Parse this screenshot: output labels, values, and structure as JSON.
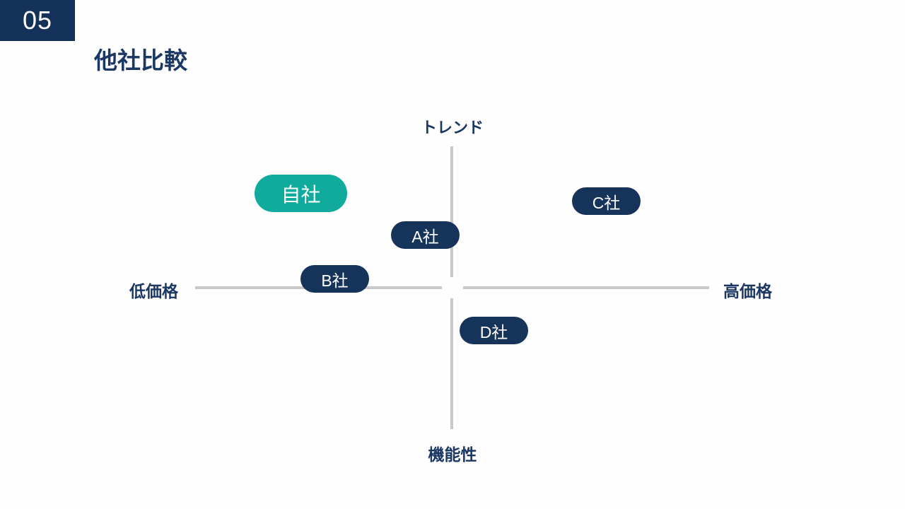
{
  "header": {
    "badge": "05",
    "title": "他社比較"
  },
  "chart_data": {
    "type": "scatter",
    "subtype": "quadrant-positioning-map",
    "title": "他社比較",
    "axes": {
      "top": "トレンド",
      "bottom": "機能性",
      "left": "低価格",
      "right": "高価格"
    },
    "x_range": [
      -1,
      1
    ],
    "y_range": [
      -1,
      1
    ],
    "grid": false,
    "legend": "none",
    "points": [
      {
        "label": "自社",
        "x": -0.59,
        "y": 0.67,
        "emphasis": true,
        "color": "#10AB9D"
      },
      {
        "label": "A社",
        "x": -0.11,
        "y": 0.38,
        "emphasis": false,
        "color": "#16335A"
      },
      {
        "label": "B社",
        "x": -0.46,
        "y": 0.07,
        "emphasis": false,
        "color": "#16335A"
      },
      {
        "label": "C社",
        "x": 0.6,
        "y": 0.62,
        "emphasis": false,
        "color": "#16335A"
      },
      {
        "label": "D社",
        "x": 0.16,
        "y": -0.3,
        "emphasis": false,
        "color": "#16335A"
      }
    ]
  },
  "colors": {
    "navy": "#16335A",
    "teal": "#10AB9D",
    "axis_gray": "#C9C8CC",
    "title_text": "#1B3764",
    "background": "#FEFEFE"
  }
}
